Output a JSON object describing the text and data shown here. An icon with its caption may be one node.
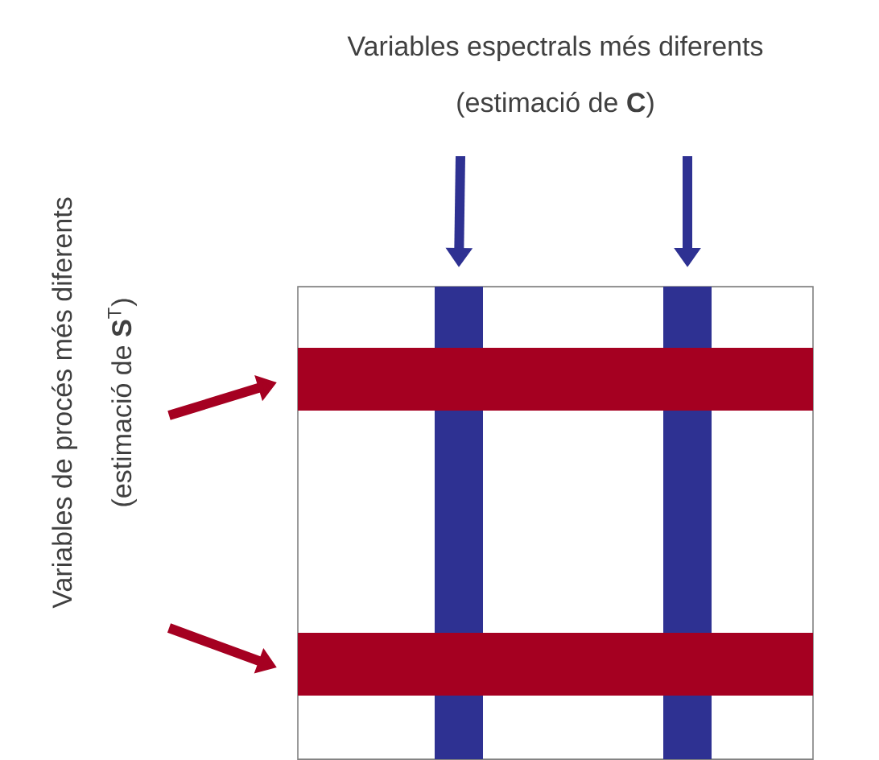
{
  "diagram": {
    "nodes": [
      {
        "text": [],
        "shape": "box"
      },
      {
        "text": [],
        "shape": "bar",
        "in": 0
      },
      {
        "text": [],
        "shape": "bar",
        "in": 0
      },
      {
        "text": [],
        "shape": "bar",
        "in": 0
      },
      {
        "text": [],
        "shape": "bar",
        "in": 0
      }
    ],
    "edges": [
      {
        "from": null,
        "to": 1,
        "arrow": "to",
        "color": "#2e3192"
      },
      {
        "from": null,
        "to": 2,
        "arrow": "to",
        "color": "#2e3192"
      },
      {
        "from": null,
        "to": 3,
        "arrow": "to",
        "color": "#a50021"
      },
      {
        "from": null,
        "to": 4,
        "arrow": "to",
        "color": "#a50021"
      }
    ],
    "labels": [
      "Variables espectrals més diferents",
      "(estimació de **C**)",
      "Variables de procés més diferents",
      "(estimació de **S**$^{T}$)"
    ]
  }
}
